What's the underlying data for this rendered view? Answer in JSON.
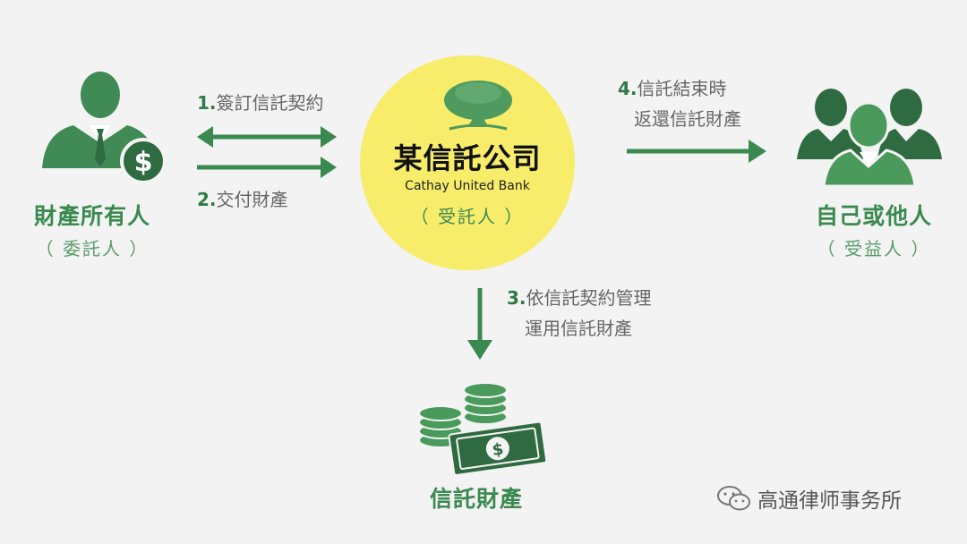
{
  "left_party": {
    "name": "財產所有人",
    "role": "（ 委託人 ）",
    "icon": "business-person-dollar-icon"
  },
  "center_party": {
    "name": "某信託公司",
    "bank": "Cathay United Bank",
    "role": "（ 受託人 ）",
    "icon": "tree-logo-icon",
    "circle_color": "#f7ed6a"
  },
  "right_party": {
    "name": "自己或他人",
    "role": "（ 受益人 ）",
    "icon": "group-of-people-icon"
  },
  "bottom_item": {
    "name": "信託財產",
    "icon": "money-stack-icon"
  },
  "steps": {
    "s1": {
      "num": "1.",
      "text": "簽訂信託契約"
    },
    "s2": {
      "num": "2.",
      "text": "交付財產"
    },
    "s3": {
      "num": "3.",
      "line1": "依信託契約管理",
      "line2": "運用信託財產"
    },
    "s4": {
      "num": "4.",
      "line1": "信託結束時",
      "line2": "返還信託財產"
    }
  },
  "watermark": {
    "text": "高通律师事务所",
    "icon": "wechat-icon"
  },
  "colors": {
    "green": "#3a8a50",
    "dark_green": "#2f7a45",
    "background": "#f3f3f3"
  }
}
